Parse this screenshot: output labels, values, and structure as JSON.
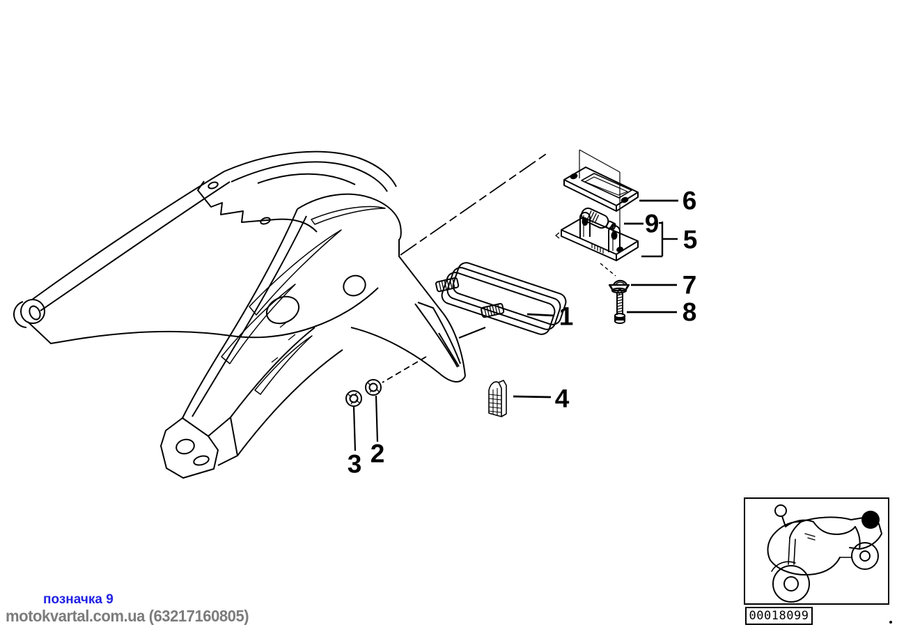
{
  "diagram": {
    "callouts": [
      {
        "label": "1",
        "part": "rear-reflector"
      },
      {
        "label": "2",
        "part": "washer"
      },
      {
        "label": "3",
        "part": "nut"
      },
      {
        "label": "4",
        "part": "grille-insert"
      },
      {
        "label": "5",
        "part": "license-light-base"
      },
      {
        "label": "6",
        "part": "license-light-frame"
      },
      {
        "label": "7",
        "part": "cap-nut"
      },
      {
        "label": "8",
        "part": "screw"
      },
      {
        "label": "9",
        "part": "bulb"
      }
    ]
  },
  "footer": {
    "annotation": "позначка 9",
    "annotation_color": "#2121e3",
    "watermark": "motokvartal.com.ua (63217160805)",
    "watermark_color": "#7c7c7c"
  },
  "thumbnail": {
    "diagram_id": "00018099",
    "marker": "filled-circle",
    "marker_color": "#000000"
  },
  "colors": {
    "line": "#000000",
    "background": "#ffffff"
  }
}
